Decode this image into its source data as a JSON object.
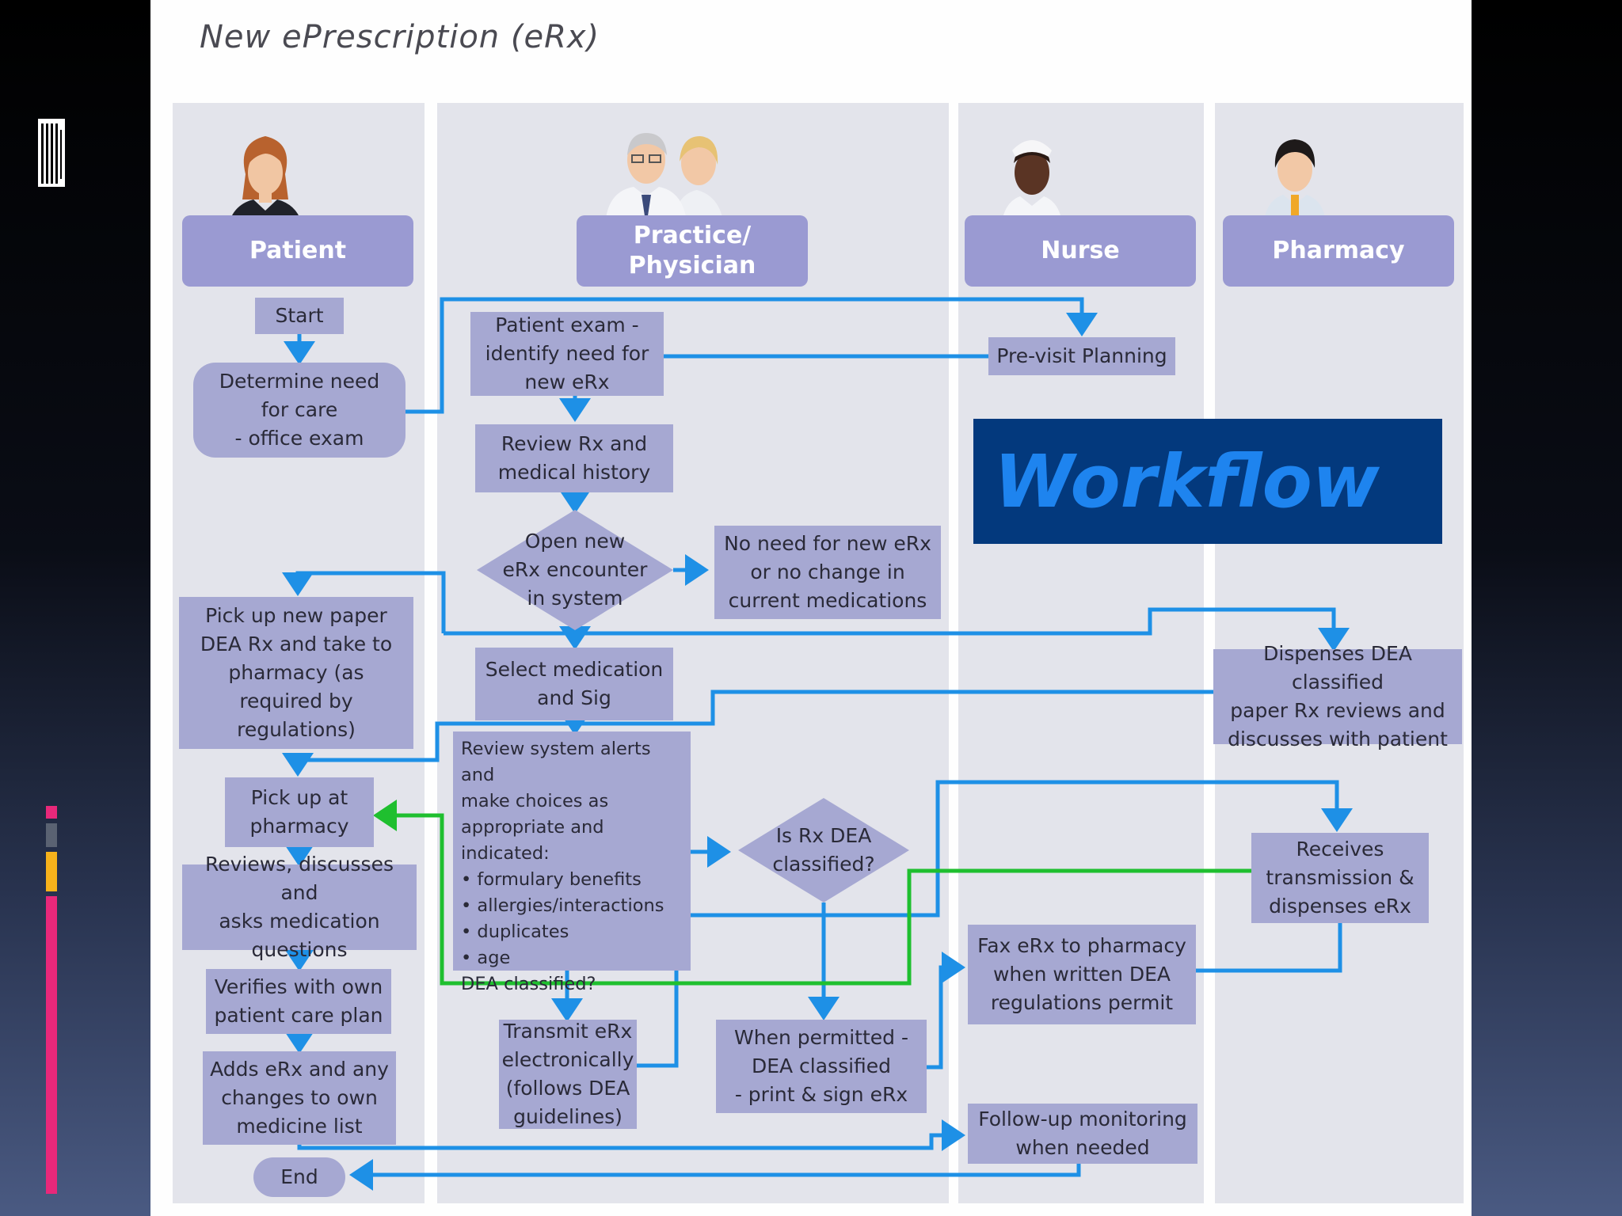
{
  "title": "New ePrescription (eRx)",
  "overlay": "Workflow",
  "lanes": {
    "patient": "Patient",
    "practice": "Practice/\nPhysician",
    "nurse": "Nurse",
    "pharmacy": "Pharmacy"
  },
  "steps": {
    "start": "Start",
    "determine": "Determine need\nfor care\n- office exam",
    "exam": "Patient exam -\nidentify need for\nnew eRx",
    "previsit": "Pre-visit Planning",
    "review_rx": "Review Rx and\nmedical history",
    "open_new": "Open new\neRx encounter\nin system",
    "no_need": "No need for new eRx\nor no change in\ncurrent medications",
    "pickup_paper": "Pick up new paper\nDEA Rx and take to\npharmacy (as\nrequired by\nregulations)",
    "select_med": "Select medication\nand Sig",
    "dispenses_dea": "Dispenses DEA classified\npaper Rx reviews and\ndiscusses with patient",
    "review_alerts": "Review system alerts and\nmake choices as\nappropriate and\nindicated:\n• formulary benefits\n• allergies/interactions\n• duplicates\n• age\nDEA classified?",
    "pickup_pharmacy": "Pick up at\npharmacy",
    "is_dea": "Is Rx DEA\nclassified?",
    "receives": "Receives\ntransmission &\ndispenses eRx",
    "reviews_discusses": "Reviews, discusses and\nasks medication\nquestions",
    "fax": "Fax eRx to pharmacy\nwhen written DEA\nregulations permit",
    "verifies": "Verifies with own\npatient care plan",
    "transmit": "Transmit eRx\nelectronically\n(follows DEA\nguidelines)",
    "when_permitted": "When permitted -\nDEA classified\n- print & sign eRx",
    "adds": "Adds eRx and any\nchanges to own\nmedicine list",
    "followup": "Follow-up monitoring\nwhen needed",
    "end": "End"
  },
  "colors": {
    "lane_bg": "#e3e4eb",
    "lane_header": "#9a9ad2",
    "box": "#a6a8d2",
    "arrow_blue": "#1e90e6",
    "arrow_green": "#1fbf2f",
    "overlay_bg": "#03397d",
    "overlay_text": "#1e84ef",
    "accent_pink": "#e8287a",
    "accent_yellow": "#f7b21b",
    "accent_gray": "#5a6272"
  }
}
